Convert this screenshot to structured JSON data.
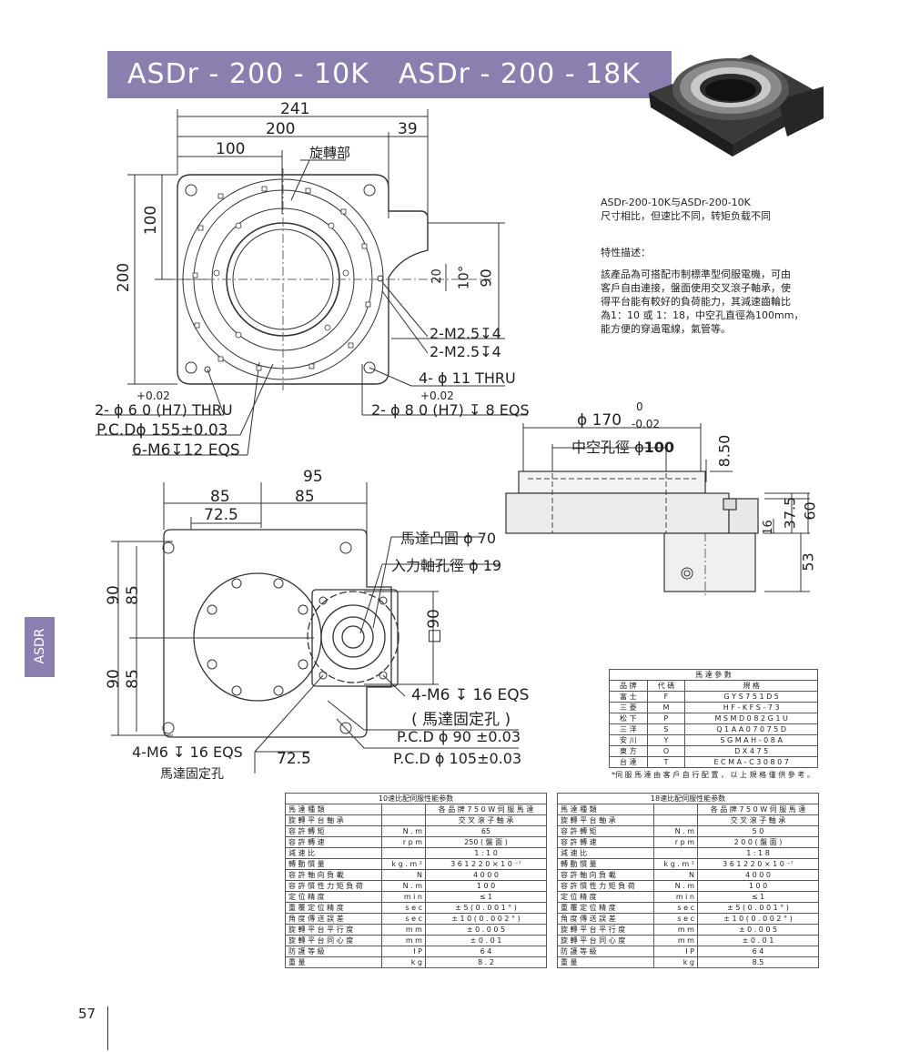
{
  "header": {
    "model_a": "ASDr - 200 - 10K",
    "model_b": "ASDr - 200 - 18K"
  },
  "side_tab": "ASDR",
  "page_number": "57",
  "description": {
    "comparison": [
      "ASDr-200-10K与ASDr-200-10K",
      "尺寸相比，但速比不同，转矩负载不同"
    ],
    "features_title": "特性描述：",
    "features": [
      "該產品為可搭配市制標準型伺服電機，可由",
      "客戶自由連接，盤面使用交叉滾子軸承，使",
      "得平台能有較好的負荷能力，其減速齒輪比",
      "為1：10 或 1：18，中空孔直徑為100mm，",
      "能方便的穿過電線，氣管等。"
    ]
  },
  "top_view": {
    "dim_241": "241",
    "dim_200": "200",
    "dim_39": "39",
    "dim_100": "100",
    "rotating_part": "旋轉部",
    "dim_100_v": "100",
    "dim_200_v": "200",
    "dim_20": "20",
    "dim_10deg": "10°",
    "dim_90": "90",
    "callout_m25_a": "2-M2.5↧4",
    "callout_m25_b": "2-M2.5↧4",
    "callout_11thru": "4- ϕ 11 THRU",
    "callout_8_tol": "+0.02",
    "callout_8": "2- ϕ 8  0  (H7) ↧ 8 EQS",
    "callout_6_tol": "+0.02",
    "callout_6": "2- ϕ 6  0  (H7) THRU",
    "callout_pcd155": "P.C.Dϕ 155±0.03",
    "callout_m6": "6-M6↧12 EQS"
  },
  "side_view": {
    "dia_170": "ϕ 170",
    "dia_170_tol_top": "0",
    "dia_170_tol_bot": "-0.02",
    "hollow": "中空孔徑 ϕ",
    "hollow_val": "100",
    "dim_850": "8.50",
    "dim_16": "16",
    "dim_375": "37.5",
    "dim_60": "60",
    "dim_53": "53"
  },
  "bottom_view": {
    "dim_95": "95",
    "dim_85a": "85",
    "dim_85b": "85",
    "dim_725": "72.5",
    "motor_boss": "馬達凸圓 ϕ 70",
    "input_shaft": "入力軸孔徑 ϕ 19",
    "dim_90a": "90",
    "dim_85c": "85",
    "dim_90b": "90",
    "dim_85d": "85",
    "sq90": "□90",
    "m6_16": "4-M6 ↧ 16 EQS",
    "motor_fix": "( 馬達固定孔 )",
    "pcd90": "P.C.D ϕ 90 ±0.03",
    "pcd105": "P.C.D ϕ 105±0.03",
    "m6_16_left": "4-M6 ↧ 16 EQS",
    "dim_725b": "72.5",
    "motor_fix_left": "馬達固定孔"
  },
  "motor_table": {
    "caption": "馬 達 參 數",
    "headers": [
      "品 牌",
      "代 碼",
      "規 格"
    ],
    "rows": [
      [
        "富 士",
        "F",
        "G Y S  7 5 1 D 5"
      ],
      [
        "三 菱",
        "M",
        "H F - K F S - 7 3"
      ],
      [
        "松 下",
        "P",
        "M S M D 0 8 2 G 1 U"
      ],
      [
        "三 洋",
        "S",
        "Q 1 A A 0 7 0 7 5 D"
      ],
      [
        "安 川",
        "Y",
        "S G M A H - 0 8 A"
      ],
      [
        "東 方",
        "O",
        "D X 4 7 5"
      ],
      [
        "台 達",
        "T",
        "E C M A - C 3 0 8 0 7"
      ]
    ],
    "note": "*伺 服 馬 達 由 客 戶 自 行 配 置 ， 以 上 規 格 僅 供 參 考 。"
  },
  "perf_10": {
    "caption": "10速比配伺服性能参数",
    "rows": [
      [
        "馬 達 種 類",
        "",
        "各 品 牌 7 5 0 W 伺 服 馬 達"
      ],
      [
        "旋 轉 平 台 軸 承",
        "",
        "交 叉 滾 子 軸 承"
      ],
      [
        "容 許 轉 矩",
        "N . m",
        "65"
      ],
      [
        "容 許 轉 速",
        "r p m",
        "250 ( 盤 面 )"
      ],
      [
        "減 速 比",
        "",
        "1 : 1 0"
      ],
      [
        "轉 動 慣 量",
        "k g . m ²",
        "3 6 1 2 2 0 × 1 0 ⁻⁷"
      ],
      [
        "容 許 軸 向 負 載",
        "N",
        "4 0 0 0"
      ],
      [
        "容 許 慣 性 力 矩 負 荷",
        "N . m",
        "1 0 0"
      ],
      [
        "定 位 精 度",
        "m i n",
        "≤ 1"
      ],
      [
        "重 覆 定 位 精 度",
        "s e c",
        "± 5  ( 0 . 0 0 1 ° )"
      ],
      [
        "角 度 傳 送 誤 差",
        "s e c",
        "± 1 0  ( 0 . 0 0 2 ° )"
      ],
      [
        "旋 轉 平 台 平 行 度",
        "m m",
        "± 0 . 0 0 5"
      ],
      [
        "旋 轉 平 台 同 心 度",
        "m m",
        "± 0 . 0 1"
      ],
      [
        "防 護 等 級",
        "I P",
        "6 4"
      ],
      [
        "重 量",
        "k g",
        "8 . 2"
      ]
    ]
  },
  "perf_18": {
    "caption": "18速比配伺服性能参数",
    "rows": [
      [
        "馬 達 種 類",
        "",
        "各 品 牌 7 5 0 W 伺 服 馬 達"
      ],
      [
        "旋 轉 平 台 軸 承",
        "",
        "交 叉 滾 子 軸 承"
      ],
      [
        "容 許 轉 矩",
        "N . m",
        "5 0"
      ],
      [
        "容 許 轉 速",
        "r p m",
        "2 0 0  ( 盤 面 )"
      ],
      [
        "減 速 比",
        "",
        "1 : 1 8"
      ],
      [
        "轉 動 慣 量",
        "k g . m ²",
        "3 6 1 2 2 0 × 1 0 ⁻⁷"
      ],
      [
        "容 許 軸 向 負 載",
        "N",
        "4 0 0 0"
      ],
      [
        "容 許 慣 性 力 矩 負 荷",
        "N . m",
        "1 0 0"
      ],
      [
        "定 位 精 度",
        "m i n",
        "≤ 1"
      ],
      [
        "重 覆 定 位 精 度",
        "s e c",
        "± 5  ( 0 . 0 0 1 ° )"
      ],
      [
        "角 度 傳 送 誤 差",
        "s e c",
        "± 1 0  ( 0 . 0 0 2 ° )"
      ],
      [
        "旋 轉 平 台 平 行 度",
        "m m",
        "± 0 . 0 0 5"
      ],
      [
        "旋 轉 平 台 同 心 度",
        "m m",
        "± 0 . 0 1"
      ],
      [
        "防 護 等 級",
        "I P",
        "6 4"
      ],
      [
        "重 量",
        "k g",
        "8.5"
      ]
    ]
  }
}
